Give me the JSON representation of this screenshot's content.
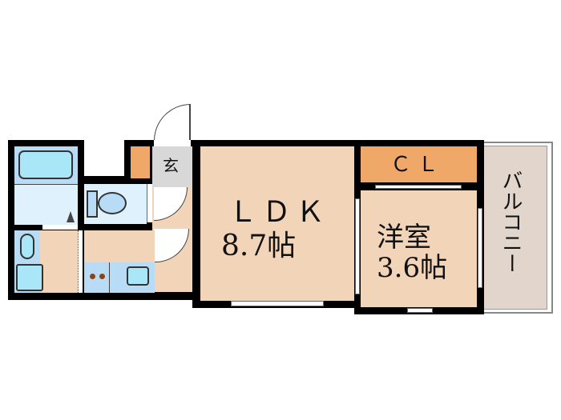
{
  "floorplan": {
    "rooms": {
      "ldk": {
        "name": "ＬＤＫ",
        "size": "8.7帖"
      },
      "western_room": {
        "name": "洋室",
        "size": "3.6帖"
      },
      "closet": {
        "name": "ＣＬ"
      },
      "entrance": {
        "name": "玄"
      },
      "balcony": {
        "name": "バルコニー"
      }
    },
    "colors": {
      "floor": "#f2d4b8",
      "closet": "#f0a868",
      "entrance": "#d8d8d8",
      "balcony": "#e2d6cc",
      "wet_area": "#dff1fc",
      "fixture": "#a8e6f8",
      "fixture_bg": "#b8dcf6",
      "wall": "#000000"
    }
  }
}
